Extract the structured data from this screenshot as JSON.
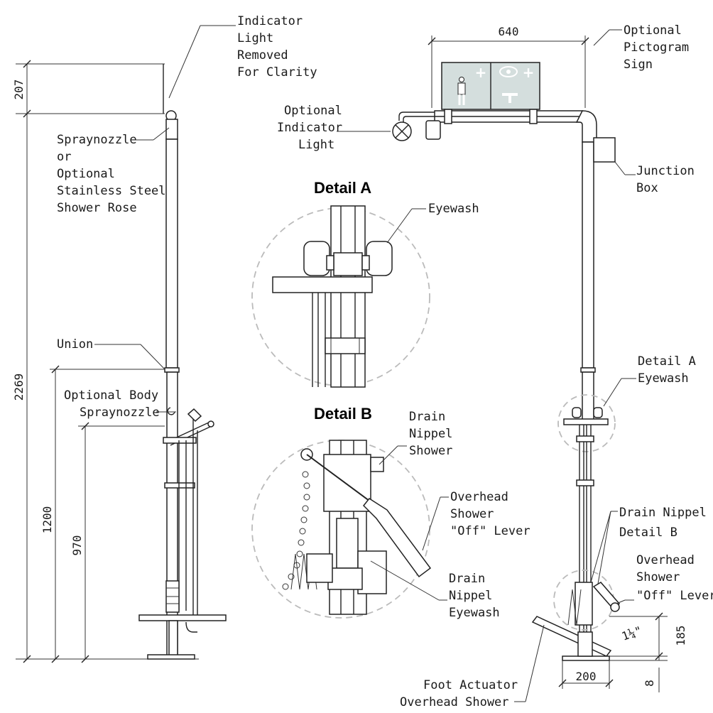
{
  "labels": {
    "indicator_removed": [
      "Indicator",
      "Light",
      "Removed",
      "For Clarity"
    ],
    "spraynozzle": [
      "Spraynozzle",
      "or",
      "Optional",
      "Stainless Steel",
      "Shower Rose"
    ],
    "union": "Union",
    "body_spray": [
      "Optional Body",
      "Spraynozzle"
    ],
    "pictogram": [
      "Optional",
      "Pictogram",
      "Sign"
    ],
    "indicator_light": [
      "Optional",
      "Indicator",
      "Light"
    ],
    "junction_box": [
      "Junction",
      "Box"
    ],
    "eyewash": "Eyewash",
    "detail_a_eyewash": [
      "Detail A",
      "Eyewash"
    ],
    "drain_nippel_shower": [
      "Drain",
      "Nippel",
      "Shower"
    ],
    "overhead_off_lever_b": [
      "Overhead",
      "Shower",
      "\"Off\" Lever"
    ],
    "drain_nippel_eyewash": [
      "Drain",
      "Nippel",
      "Eyewash"
    ],
    "drain_nippel_detail_b": [
      "Drain Nippel",
      "Detail B"
    ],
    "overhead_off_lever_r": [
      "Overhead",
      "Shower",
      "\"Off\" Lever"
    ],
    "foot_actuator": [
      "Foot Actuator",
      "Overhead Shower"
    ]
  },
  "details": {
    "a": "Detail A",
    "b": "Detail B"
  },
  "dimensions": {
    "d207": "207",
    "d2269": "2269",
    "d1200": "1200",
    "d970": "970",
    "d640": "640",
    "d185": "185",
    "d200": "200",
    "d8": "8",
    "pipe_size": "1¼\""
  },
  "colors": {
    "sign": "#d4dedd",
    "detail_circle": "#bbbbbb",
    "line": "#222222"
  }
}
